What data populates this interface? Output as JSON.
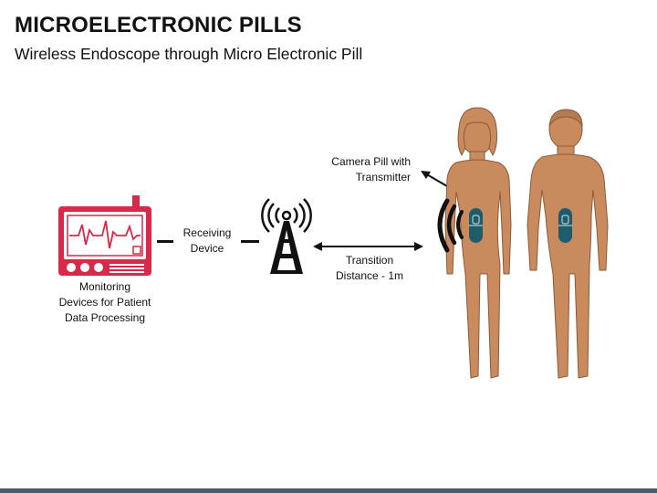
{
  "header": {
    "title": "MICROELECTRONIC PILLS",
    "subtitle": "Wireless Endoscope through Micro Electronic Pill"
  },
  "labels": {
    "monitor": "Monitoring\nDevices for Patient\nData Processing",
    "receiving": "Receiving\nDevice",
    "transition": "Transition\nDistance - 1m",
    "camera_pill": "Camera Pill with\nTransmitter"
  },
  "colors": {
    "monitor": "#d9284a",
    "skin": "#c98a5e",
    "pill": "#1f5c6b",
    "dark": "#111111"
  }
}
